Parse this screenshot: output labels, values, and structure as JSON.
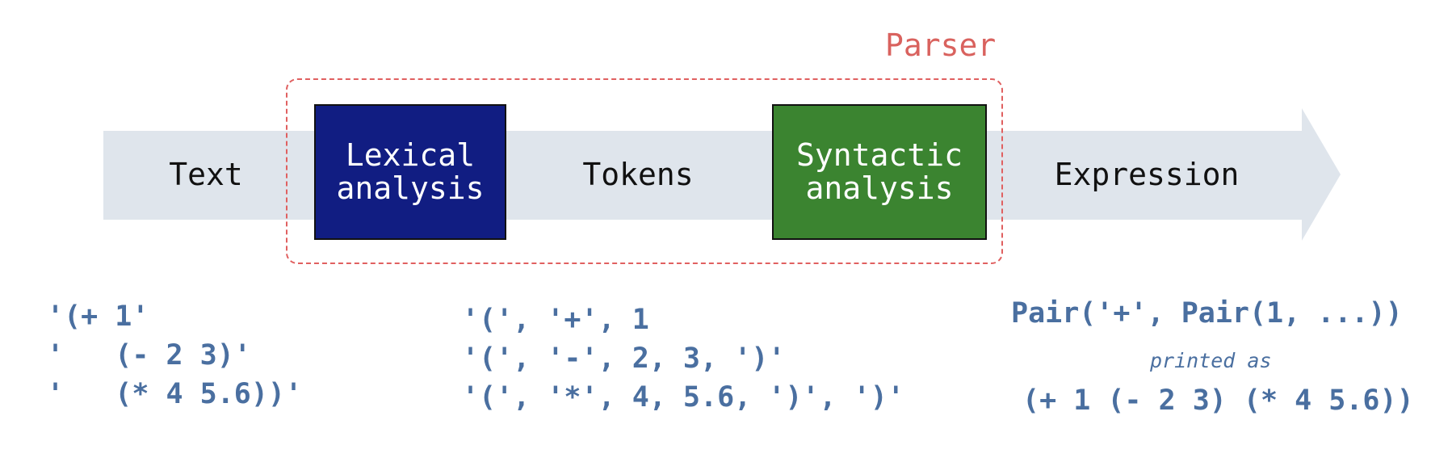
{
  "parser": {
    "label": "Parser"
  },
  "stages": {
    "text": "Text",
    "lexer": {
      "line1": "Lexical",
      "line2": "analysis"
    },
    "tokens": "Tokens",
    "syntax": {
      "line1": "Syntactic",
      "line2": "analysis"
    },
    "expression": "Expression"
  },
  "text_example": {
    "lines": [
      "'(+ 1'",
      "'   (- 2 3)'",
      "'   (* 4 5.6))'"
    ]
  },
  "tokens_example": {
    "lines": [
      "'(', '+', 1",
      "'(', '-', 2, 3, ')'",
      "'(', '*', 4, 5.6, ')', ')'"
    ]
  },
  "expression_example": {
    "pair": "Pair('+', Pair(1, ...))",
    "note": "printed as",
    "printed": "(+ 1 (- 2 3) (* 4 5.6))"
  },
  "colors": {
    "arrow": "#dfe5ec",
    "lexer_fill": "#111d82",
    "syntax_fill": "#3b8430",
    "parser_border": "#e06060",
    "code_text": "#4a6fa0"
  }
}
